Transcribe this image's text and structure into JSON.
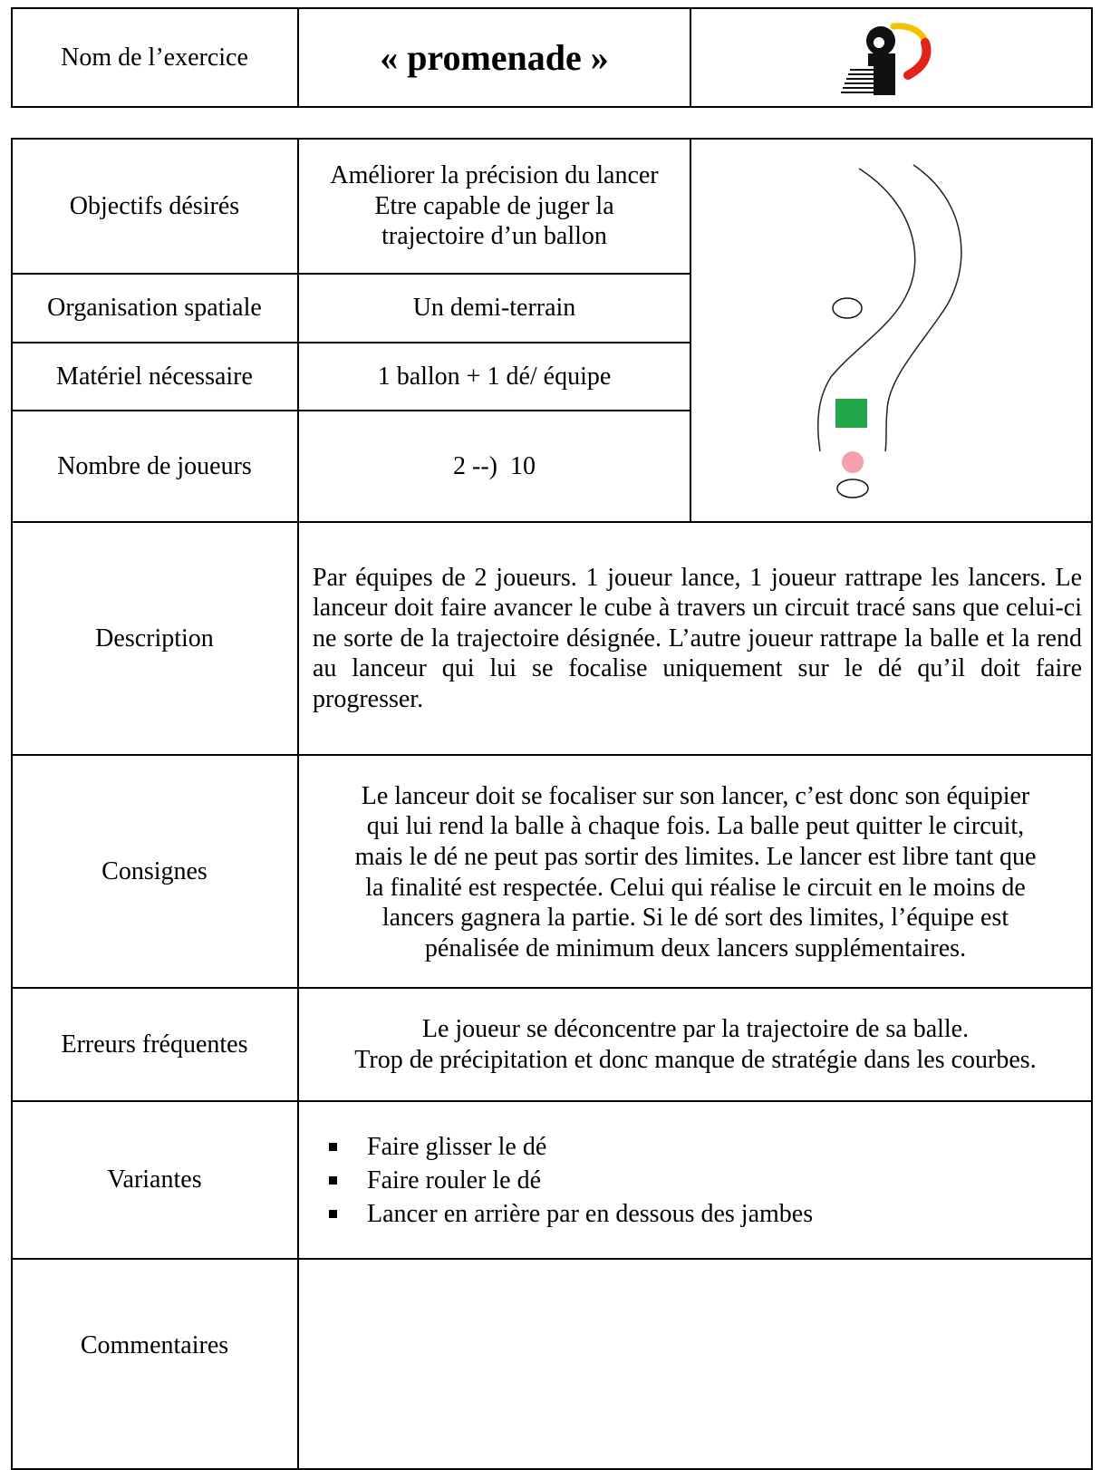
{
  "header": {
    "label": "Nom de l’exercice",
    "title": "« promenade »",
    "logo_icon": "federation-logo-icon"
  },
  "rows": {
    "objectives": {
      "label": "Objectifs désirés",
      "lines": [
        "Améliorer la précision du lancer",
        "Etre capable de juger la",
        "trajectoire d’un ballon"
      ]
    },
    "spatial": {
      "label": "Organisation spatiale",
      "value": "Un demi-terrain"
    },
    "material": {
      "label": "Matériel nécessaire",
      "value": "1 ballon + 1 dé/ équipe"
    },
    "players": {
      "label": "Nombre de joueurs",
      "value": "2 --)  10"
    },
    "description": {
      "label": "Description",
      "text": "Par équipes de 2 joueurs. 1 joueur lance, 1 joueur rattrape les lancers. Le lanceur doit faire avancer le cube à travers un circuit tracé sans que celui-ci ne sorte de la trajectoire désignée. L’autre joueur rattrape la balle et la rend au lanceur qui lui se focalise uniquement sur le dé qu’il doit faire progresser."
    },
    "instructions": {
      "label": "Consignes",
      "lines": [
        "Le lanceur doit se focaliser sur son lancer, c’est donc son équipier",
        "qui lui rend la balle à chaque fois. La balle peut quitter le circuit,",
        "mais le dé ne peut pas sortir des limites. Le lancer est libre tant que",
        "la finalité est respectée. Celui qui réalise le circuit en le moins de",
        "lancers gagnera la partie. Si le dé sort des limites, l’équipe est",
        "pénalisée de minimum deux lancers supplémentaires."
      ]
    },
    "errors": {
      "label": "Erreurs fréquentes",
      "lines": [
        "Le joueur se déconcentre par la trajectoire de sa balle.",
        "Trop de précipitation et donc manque de stratégie dans les courbes."
      ]
    },
    "variants": {
      "label": "Variantes",
      "items": [
        "Faire glisser le dé",
        "Faire rouler le dé",
        "Lancer en arrière par en dessous des jambes"
      ]
    },
    "comments": {
      "label": "Commentaires",
      "value": ""
    }
  },
  "diagram": {
    "cube_color": "#22a64a",
    "ball_color": "#f4a0ae"
  },
  "colors": {
    "logo_yellow": "#f2c200",
    "logo_red": "#e32219",
    "logo_black": "#111111"
  }
}
